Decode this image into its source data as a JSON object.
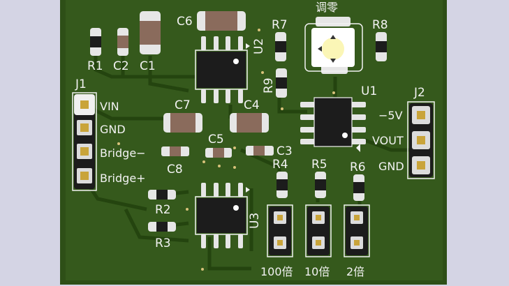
{
  "board": {
    "colors": {
      "background": "#d4d4e4",
      "pcb": "#2e4f17",
      "copper": "#3a6a22",
      "track": "#24440f",
      "pad": "#e6e6e6",
      "gold_pad": "#c9a43a",
      "silkscreen": "#f2f2f2",
      "component_body": "#8a6b5c",
      "ic_body": "#1c1c1c",
      "led": "#fbf6b6"
    },
    "components": {
      "c6": "C6",
      "r7": "R7",
      "adjust_label": "调零",
      "r8": "R8",
      "u2": "U2",
      "r1": "R1",
      "c2": "C2",
      "c1": "C1",
      "r9": "R9",
      "u1": "U1",
      "j1": "J1",
      "j2": "J2",
      "c7": "C7",
      "c4": "C4",
      "c5": "C5",
      "c3": "C3",
      "c8": "C8",
      "r4": "R4",
      "r5": "R5",
      "r6": "R6",
      "r2": "R2",
      "r3": "R3",
      "u3": "U3"
    },
    "j1_pins": [
      "VIN",
      "GND",
      "Bridge−",
      "Bridge+"
    ],
    "j2_pins": [
      "−5V",
      "VOUT",
      "GND"
    ],
    "gain_labels": [
      "100倍",
      "10倍",
      "2倍"
    ]
  }
}
